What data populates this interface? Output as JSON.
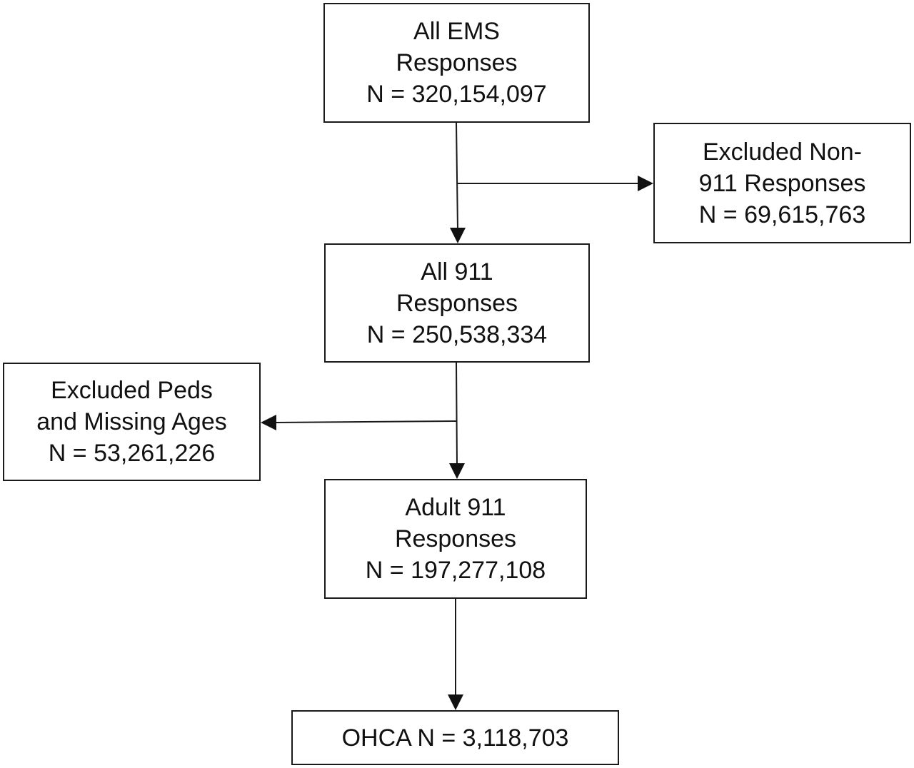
{
  "nodes": {
    "all_ems": {
      "lines": [
        "All EMS",
        "Responses",
        "N = 320,154,097"
      ]
    },
    "excluded_non_911": {
      "lines": [
        "Excluded Non-",
        "911 Responses",
        "N = 69,615,763"
      ]
    },
    "all_911": {
      "lines": [
        "All 911",
        "Responses",
        "N = 250,538,334"
      ]
    },
    "excluded_peds": {
      "lines": [
        "Excluded Peds",
        "and Missing Ages",
        "N = 53,261,226"
      ]
    },
    "adult_911": {
      "lines": [
        "Adult 911",
        "Responses",
        "N = 197,277,108"
      ]
    },
    "ohca": {
      "lines": [
        "OHCA N = 3,118,703"
      ]
    }
  },
  "edges": [
    {
      "from": "all_ems",
      "to": "all_911"
    },
    {
      "from": "all_ems",
      "to": "excluded_non_911"
    },
    {
      "from": "all_911",
      "to": "adult_911"
    },
    {
      "from": "all_911",
      "to": "excluded_peds"
    },
    {
      "from": "adult_911",
      "to": "ohca"
    }
  ]
}
